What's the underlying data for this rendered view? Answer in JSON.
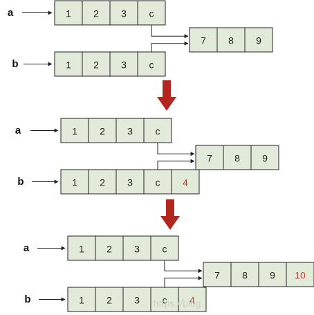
{
  "panels": [
    {
      "var_a": "a",
      "var_b": "b",
      "a_cells": [
        "1",
        "2",
        "3",
        "c"
      ],
      "b_cells": [
        "1",
        "2",
        "3",
        "c"
      ],
      "shared_cells": [
        "7",
        "8",
        "9"
      ]
    },
    {
      "var_a": "a",
      "var_b": "b",
      "a_cells": [
        "1",
        "2",
        "3",
        "c"
      ],
      "b_cells": [
        "1",
        "2",
        "3",
        "c",
        "4"
      ],
      "shared_cells": [
        "7",
        "8",
        "9"
      ]
    },
    {
      "var_a": "a",
      "var_b": "b",
      "a_cells": [
        "1",
        "2",
        "3",
        "c"
      ],
      "b_cells": [
        "1",
        "2",
        "3",
        "c",
        "4"
      ],
      "shared_cells": [
        "7",
        "8",
        "9",
        "10"
      ]
    }
  ],
  "highlighted_values": [
    "4",
    "10"
  ],
  "colors": {
    "cell_fill": "#e2ebd9",
    "cell_border": "#222222",
    "highlight_text": "#e0392b",
    "transition_arrow": "#b3261e"
  },
  "watermark": "https://blog."
}
